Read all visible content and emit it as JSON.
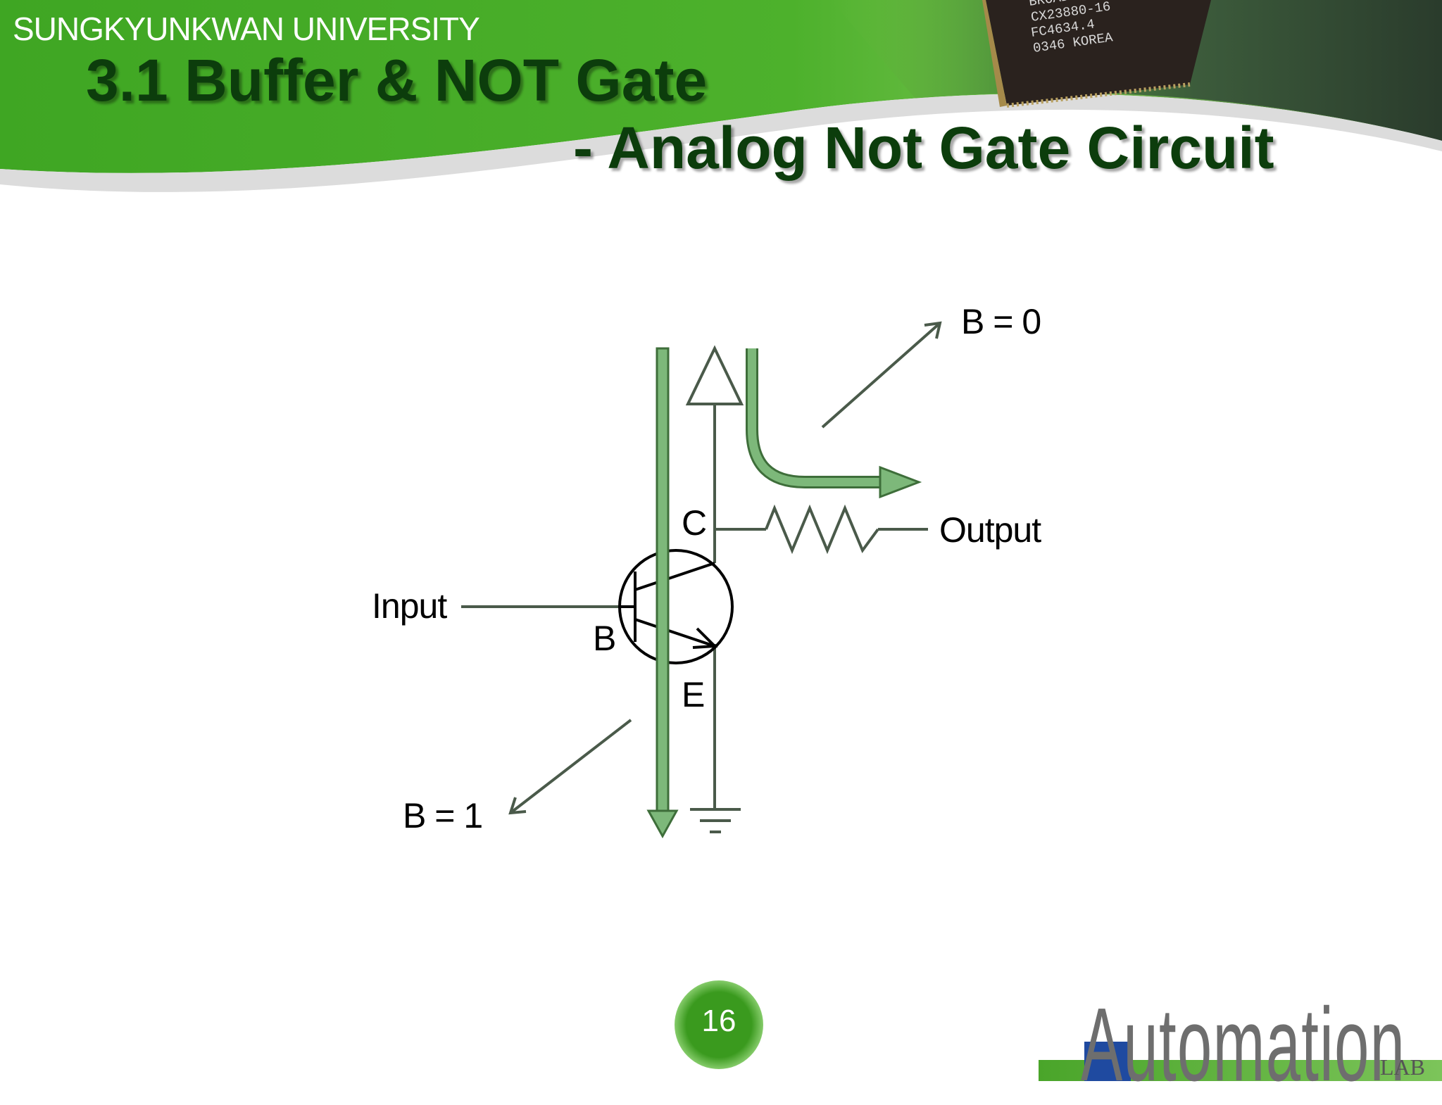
{
  "header": {
    "university": "SUNGKYUNKWAN UNIVERSITY",
    "title_line1": "3.1 Buffer & NOT Gate",
    "title_line2": "- Analog Not Gate Circuit",
    "chip_text": [
      "BROADCOM",
      "CX23880-16",
      "FC4634.4",
      "0346 KOREA"
    ]
  },
  "diagram": {
    "labels": {
      "b0": "B = 0",
      "b1": "B = 1",
      "collector": "C",
      "base": "B",
      "emitter": "E",
      "input": "Input",
      "output": "Output"
    }
  },
  "footer": {
    "page_number": "16",
    "logo": "Automation",
    "logo_suffix": "LAB"
  },
  "colors": {
    "header_green": "#4db12c",
    "title_dark_green": "#0c3d0c",
    "flow_arrow": "#7db87a",
    "flow_arrow_stroke": "#3e6e3a",
    "wire": "#4a5a4a"
  }
}
